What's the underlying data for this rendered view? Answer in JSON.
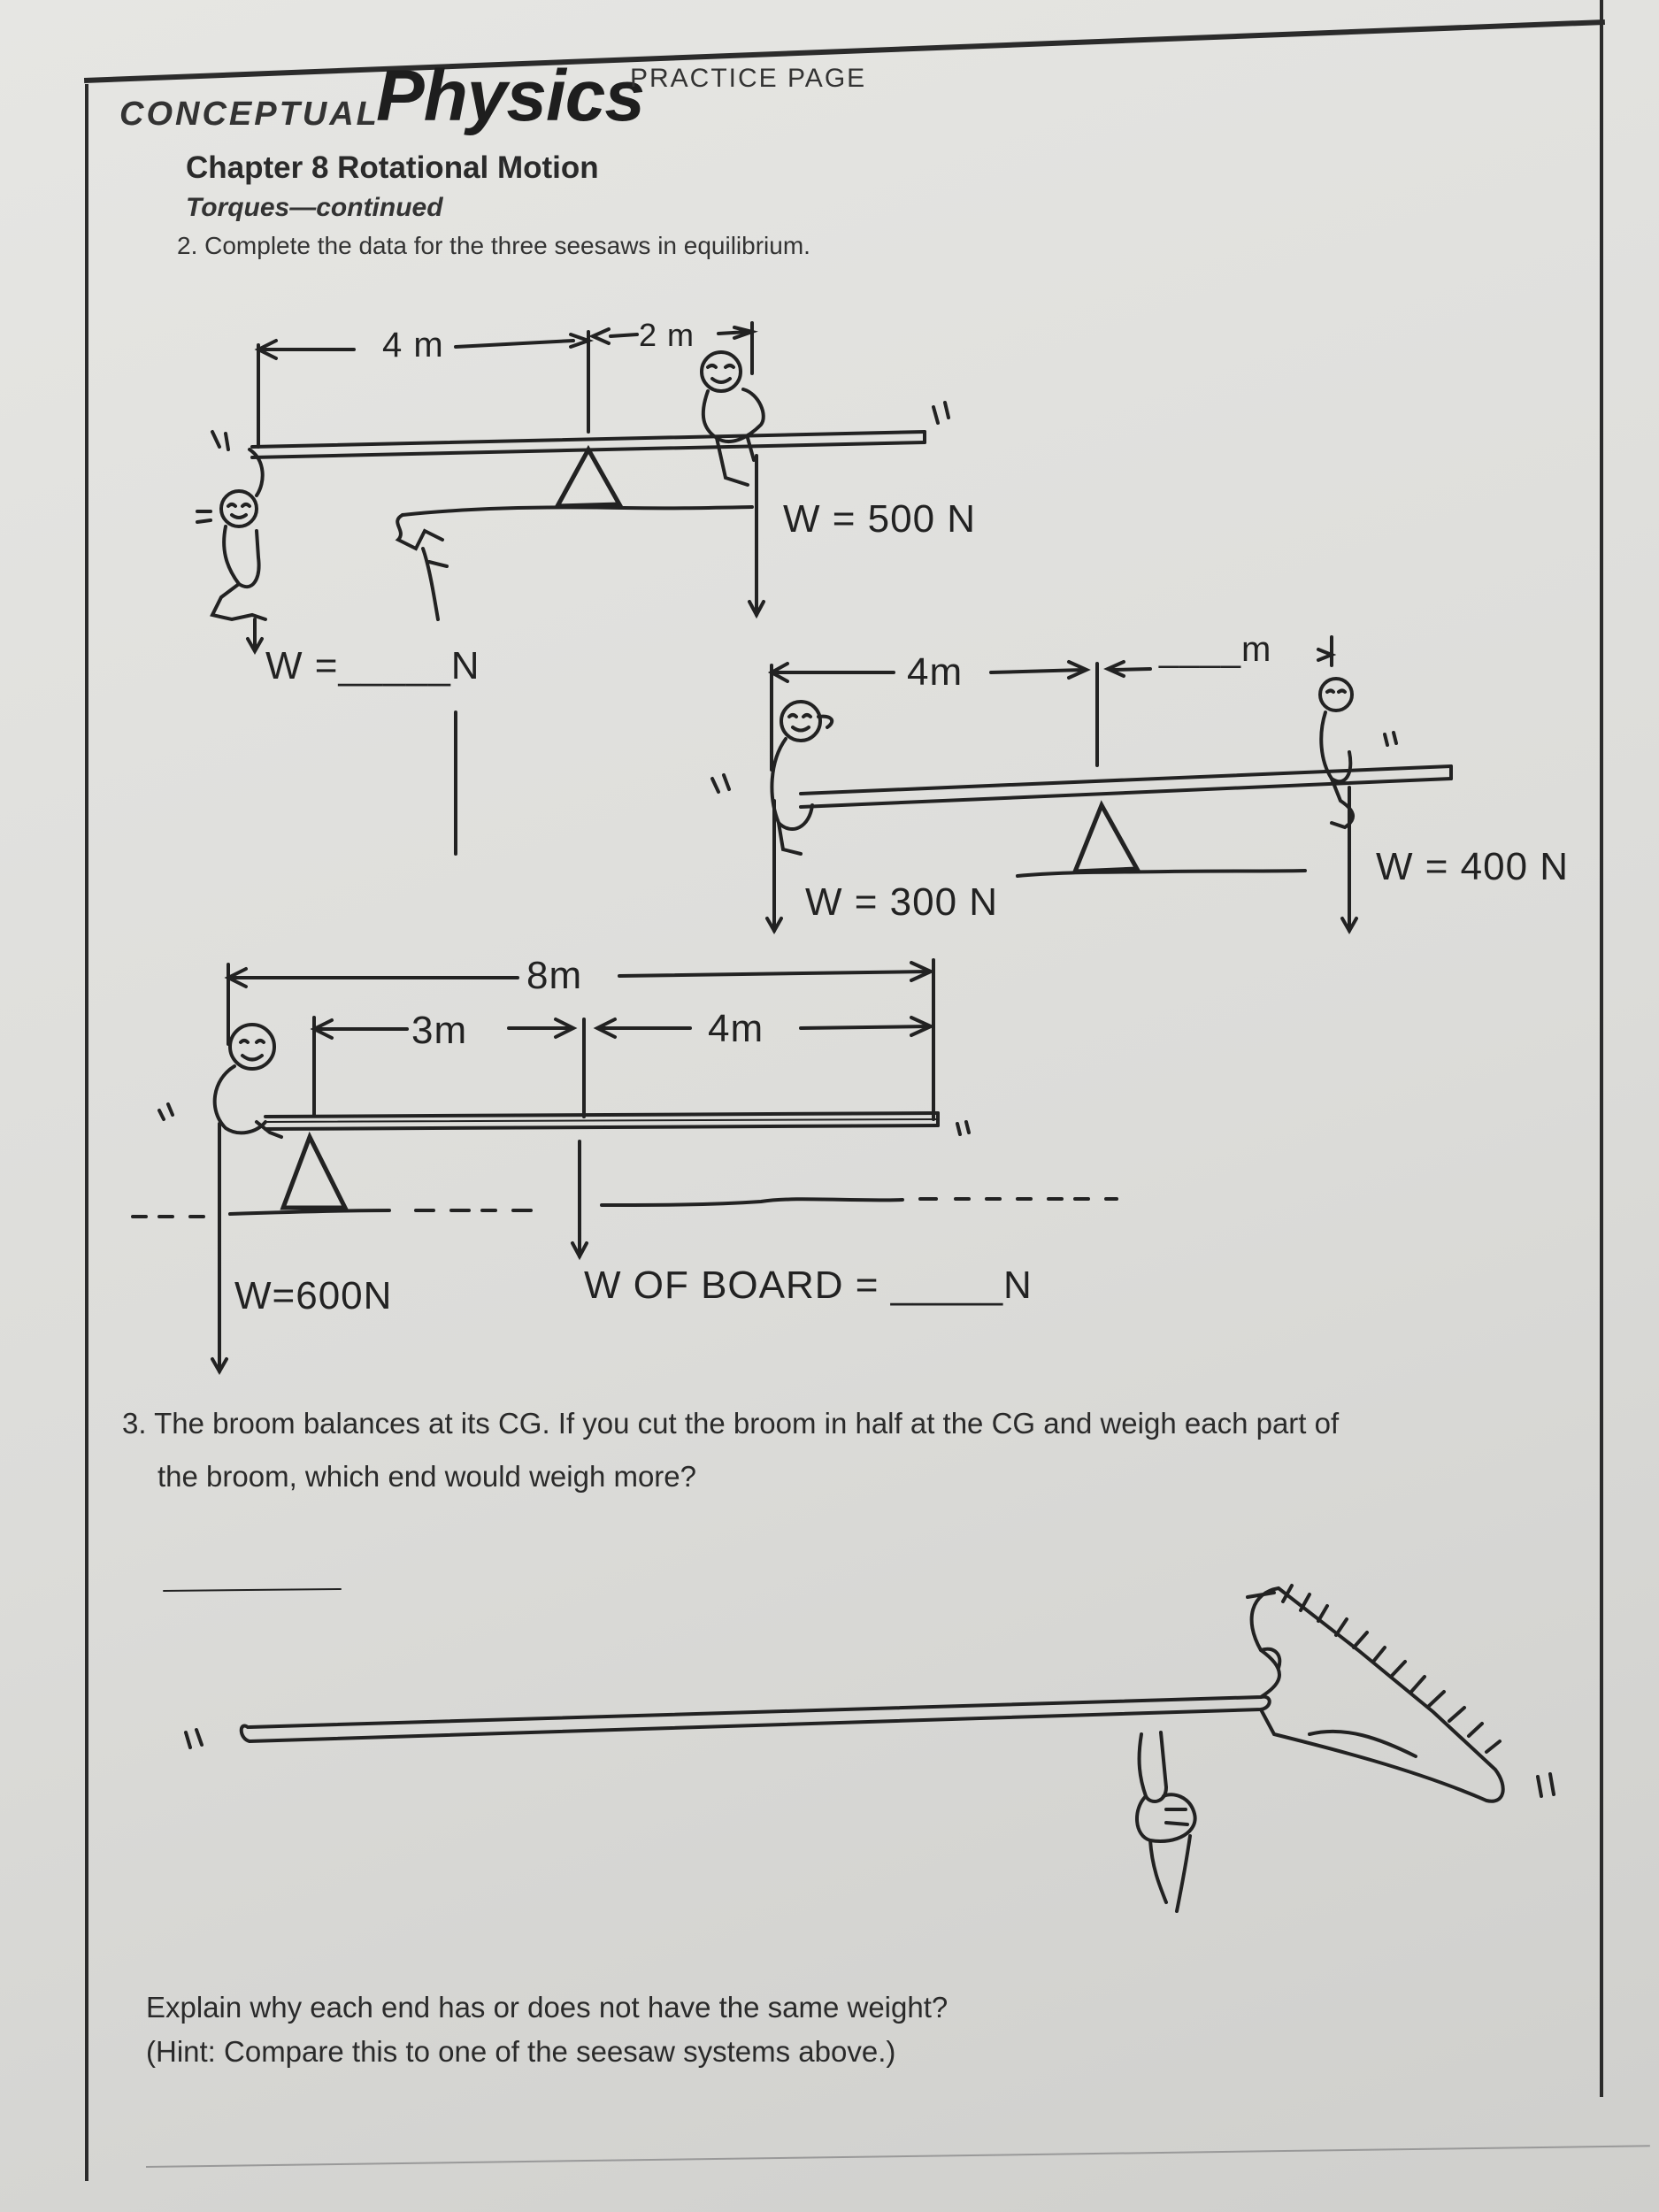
{
  "header": {
    "series": "CONCEPTUAL",
    "brand": "Physics",
    "page_type": "PRACTICE PAGE"
  },
  "chapter": {
    "title": "Chapter 8  Rotational Motion",
    "section": "Torques—continued"
  },
  "question2": {
    "prompt": "2. Complete the data for the three seesaws in equilibrium.",
    "seesaw1": {
      "left_distance": "4 m",
      "right_distance": "2 m",
      "right_weight": "W = 500 N",
      "left_weight": "W =_____N"
    },
    "seesaw2": {
      "left_distance": "4m",
      "right_distance": "____m",
      "left_weight": "W = 300 N",
      "right_weight": "W = 400 N"
    },
    "seesaw3": {
      "total_length": "8m",
      "left_distance": "3m",
      "right_distance": "4m",
      "person_weight": "W=600N",
      "board_weight": "W OF BOARD = _____N"
    }
  },
  "question3": {
    "prompt_line1": "3. The broom balances at its CG. If you cut the broom in half at the CG and weigh each part of",
    "prompt_line2": "the broom, which end would weigh more?",
    "explain": "Explain why each end has or does not have the same weight?",
    "hint": "(Hint: Compare this to one of the seesaw systems above.)"
  }
}
